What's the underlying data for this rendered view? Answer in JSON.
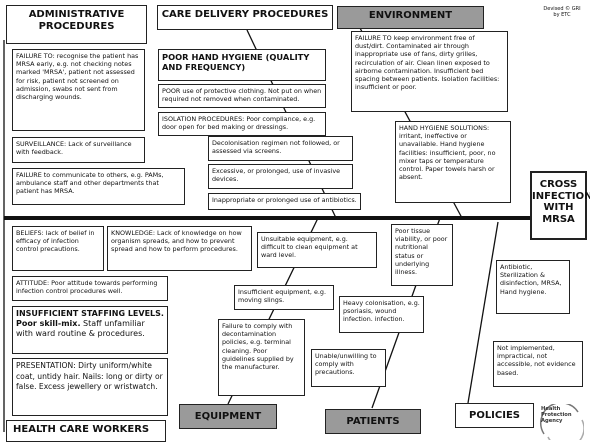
{
  "headers": {
    "administrative": "ADMINISTRATIVE PROCEDURES",
    "care_delivery": "CARE DELIVERY PROCEDURES",
    "environment": "ENVIRONMENT",
    "equipment": "EQUIPMENT",
    "patients": "PATIENTS",
    "policies": "POLICIES",
    "health_care_workers": "HEALTH CARE WORKERS",
    "outcome": "CROSS INFECTION WITH MRSA"
  },
  "devised_note": "Devised © GRI by ETC",
  "logo_text": "Health Protection Agency",
  "administrative": {
    "failure_to": "FAILURE TO: recognise the patient has MRSA early, e.g. not checking notes marked 'MRSA', patient not assessed for risk, patient not screened on admission, swabs not sent from discharging wounds.",
    "surveillance": "SURVEILLANCE: Lack of surveillance with feedback.",
    "communicate": "FAILURE to communicate to others, e.g. PAMs, ambulance staff and other departments that patient has MRSA."
  },
  "care_delivery": {
    "hand_hygiene_title": "POOR HAND HYGIENE (QUALITY AND FREQUENCY)",
    "protective": "POOR use of protective clothing. Not put on when required not removed when contaminated.",
    "isolation": "ISOLATION PROCEDURES: Poor compliance, e.g. door open for bed making or dressings.",
    "decolonisation": "Decolonisation regimen not followed, or assessed via screens.",
    "invasive": "Excessive, or prolonged, use of invasive devices.",
    "antibiotics": "Inappropriate or prolonged use of antibiotics."
  },
  "environment": {
    "failure_to": "FAILURE TO keep environment free of dust/dirt. Contaminated air through inappropriate use of fans, dirty grilles, recirculation of air. Clean linen exposed to airborne contamination. Insufficient bed spacing between patients. Isolation facilities: insufficient or poor.",
    "hand_hygiene_solutions": "HAND HYGIENE SOLUTIONS: irritant, ineffective or unavailable. Hand hygiene facilities: insufficient, poor, no mixer taps or temperature control. Paper towels harsh or absent."
  },
  "workers": {
    "beliefs": "BELIEFS: lack of belief in efficacy of infection control precautions.",
    "knowledge": "KNOWLEDGE: Lack of knowledge on how organism spreads, and how to prevent spread and how to perform procedures.",
    "attitude": "ATTITUDE: Poor attitude towards performing infection control procedures well.",
    "staffing_1": "INSUFFICIENT STAFFING LEVELS.",
    "staffing_2a": "Poor skill-mix.",
    "staffing_2b": " Staff unfamiliar with ward routine & procedures.",
    "presentation": "PRESENTATION: Dirty uniform/white coat, untidy hair. Nails: long or dirty or false. Excess jewellery or wristwatch."
  },
  "equipment": {
    "unsuitable": "Unsuitable equipment, e.g. difficult to clean equipment at ward level.",
    "insufficient": "Insufficient equipment, e.g. moving slings.",
    "decontamination": "Failure to comply with decontamination policies, e.g. terminal cleaning. Poor guidelines supplied by the manufacturer."
  },
  "patients": {
    "tissue": "Poor tissue viability, or poor nutritional status or underlying illness.",
    "colonisation": "Heavy colonisation, e.g. psoriasis, wound infection. infection.",
    "unable": "Unable/unwilling to comply with precautions."
  },
  "policies": {
    "antibiotic": "Antibiotic, Sterilization & disinfection, MRSA, Hand hygiene.",
    "not_implemented": "Not implemented, impractical, not accessible, not evidence based."
  }
}
